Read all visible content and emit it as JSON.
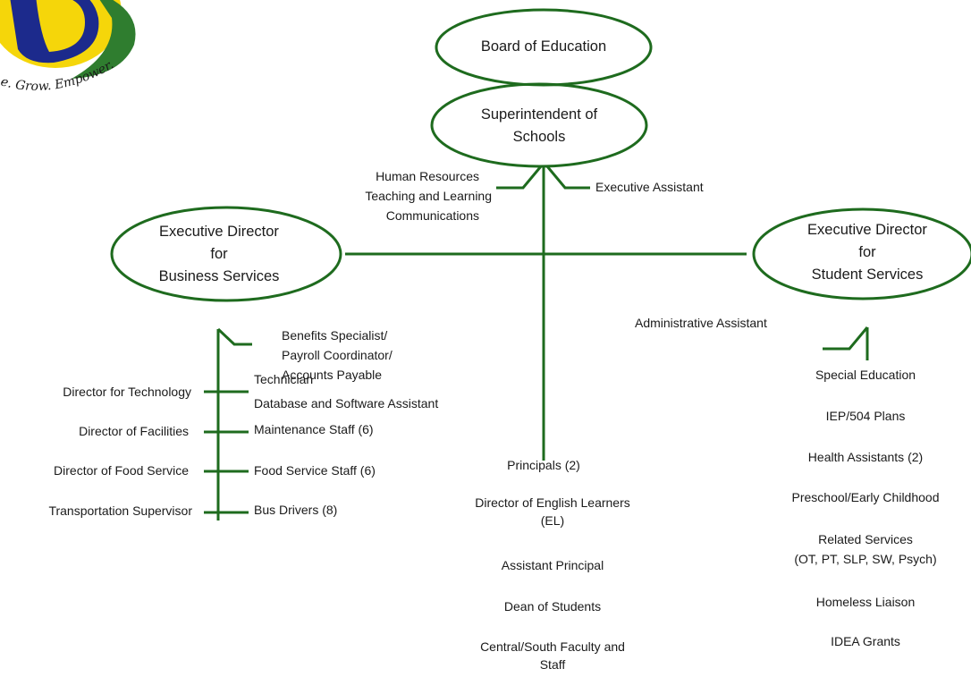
{
  "logo": {
    "tagline": "e. Grow. Empower."
  },
  "colors": {
    "line": "#1e6b1e",
    "logo_yellow": "#f5d60a",
    "logo_blue": "#1c2a8c",
    "logo_green": "#2f7d2f"
  },
  "nodes": {
    "board": "Board of Education",
    "superintendent": [
      "Superintendent of",
      "Schools"
    ],
    "business": [
      "Executive Director",
      "for",
      "Business Services"
    ],
    "student": [
      "Executive Director",
      "for",
      "Student Services"
    ]
  },
  "supt_staff": {
    "left": [
      "Human Resources",
      "Teaching and Learning",
      "Communications"
    ],
    "right": "Executive Assistant"
  },
  "business_staff": {
    "support": [
      "Benefits Specialist/",
      "Payroll Coordinator/",
      "Accounts Payable"
    ],
    "rows": [
      {
        "left": "Director for Technology",
        "right": [
          "Technician",
          "Database and Software Assistant"
        ]
      },
      {
        "left": "Director of Facilities",
        "right": [
          "Maintenance Staff (6)"
        ]
      },
      {
        "left": "Director of Food Service",
        "right": [
          "Food Service Staff (6)"
        ]
      },
      {
        "left": "Transportation Supervisor",
        "right": [
          "Bus Drivers (8)"
        ]
      }
    ]
  },
  "schools": [
    "Principals (2)",
    "Director of English Learners",
    "(EL)",
    "Assistant Principal",
    "Dean of Students",
    "Central/South Faculty and",
    "Staff"
  ],
  "student_staff": {
    "assistant": "Administrative Assistant",
    "items": [
      "Special Education",
      "IEP/504 Plans",
      "Health Assistants (2)",
      "Preschool/Early Childhood",
      "Related Services",
      "(OT, PT, SLP, SW, Psych)",
      "Homeless Liaison",
      "IDEA Grants"
    ]
  }
}
